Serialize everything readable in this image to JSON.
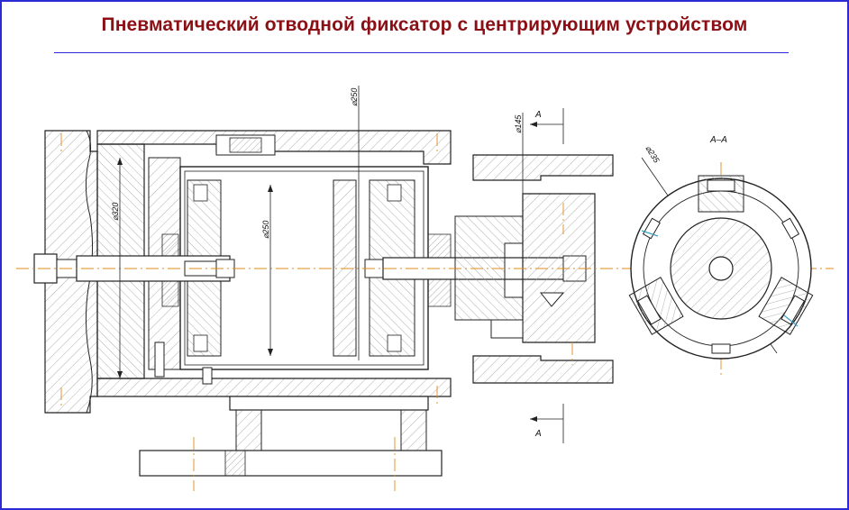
{
  "title": "Пневматический отводной фиксатор с центрирующим устройством",
  "dimensions": {
    "d250_top": "⌀250",
    "d320": "⌀320",
    "d250_inner": "⌀250",
    "d145": "⌀145",
    "d235": "⌀235"
  },
  "section": {
    "marker_top": "A",
    "marker_bottom": "A",
    "view_label": "A–A"
  },
  "colors": {
    "frame": "#2b2bd6",
    "title": "#8b0f14",
    "lines": "#222222",
    "centerline": "#e08a1e",
    "accent": "#3aa0c8",
    "hatch": "#9a9a9a"
  }
}
